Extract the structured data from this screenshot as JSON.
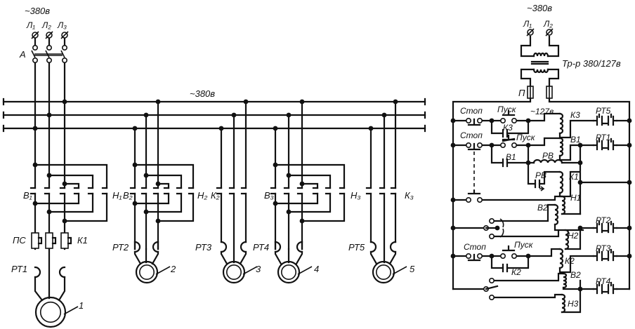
{
  "colors": {
    "ink": "#111111",
    "paper": "#ffffff"
  },
  "power": {
    "supply_voltage": "~380в",
    "phases": [
      "Л₁",
      "Л₂",
      "Л₃"
    ],
    "switch": "А",
    "bus_voltage": "~380в",
    "motor1": {
      "fwd": "В₁",
      "rev": "Н₁",
      "ps": "ПС",
      "k1": "К1",
      "thermal": "РТ1",
      "number": "1"
    },
    "motor2": {
      "fwd": "В₂",
      "rev": "Н₂",
      "thermal": "РТ2",
      "number": "2"
    },
    "motor3": {
      "contactor": "К₂",
      "thermal": "РТ3",
      "number": "3"
    },
    "motor4": {
      "fwd": "В₃",
      "rev": "Н₃",
      "thermal": "РТ4",
      "number": "4"
    },
    "motor5": {
      "contactor": "К₃",
      "thermal": "РТ5",
      "number": "5"
    }
  },
  "control": {
    "supply_voltage": "~380в",
    "phases": [
      "Л₁",
      "Л₂"
    ],
    "transformer": "Тр-р 380/127в",
    "fuse": "П",
    "control_voltage": "~127в",
    "stop": [
      "Стоп",
      "Стоп",
      "Стоп"
    ],
    "start": [
      "Пуск",
      "Пуск",
      "Пуск"
    ],
    "k3_coil": "К3",
    "k3_contact": "К3",
    "rt5": "РТ5",
    "b1_coil": "В1",
    "rt1": "РТ1",
    "b1_contact": "В1",
    "rv_coil": "РВ",
    "rv_contact": "РВ",
    "k1_coil": "К1",
    "h1_coil": "Н1",
    "b2_coil": "В2",
    "h2_coil": "Н2",
    "rt2": "РТ2",
    "k2_coil": "К2",
    "k2_contact": "К2",
    "rt3": "РТ3",
    "b2_coil_2": "В2",
    "rt4": "РТ4",
    "h3_coil": "Н3"
  }
}
